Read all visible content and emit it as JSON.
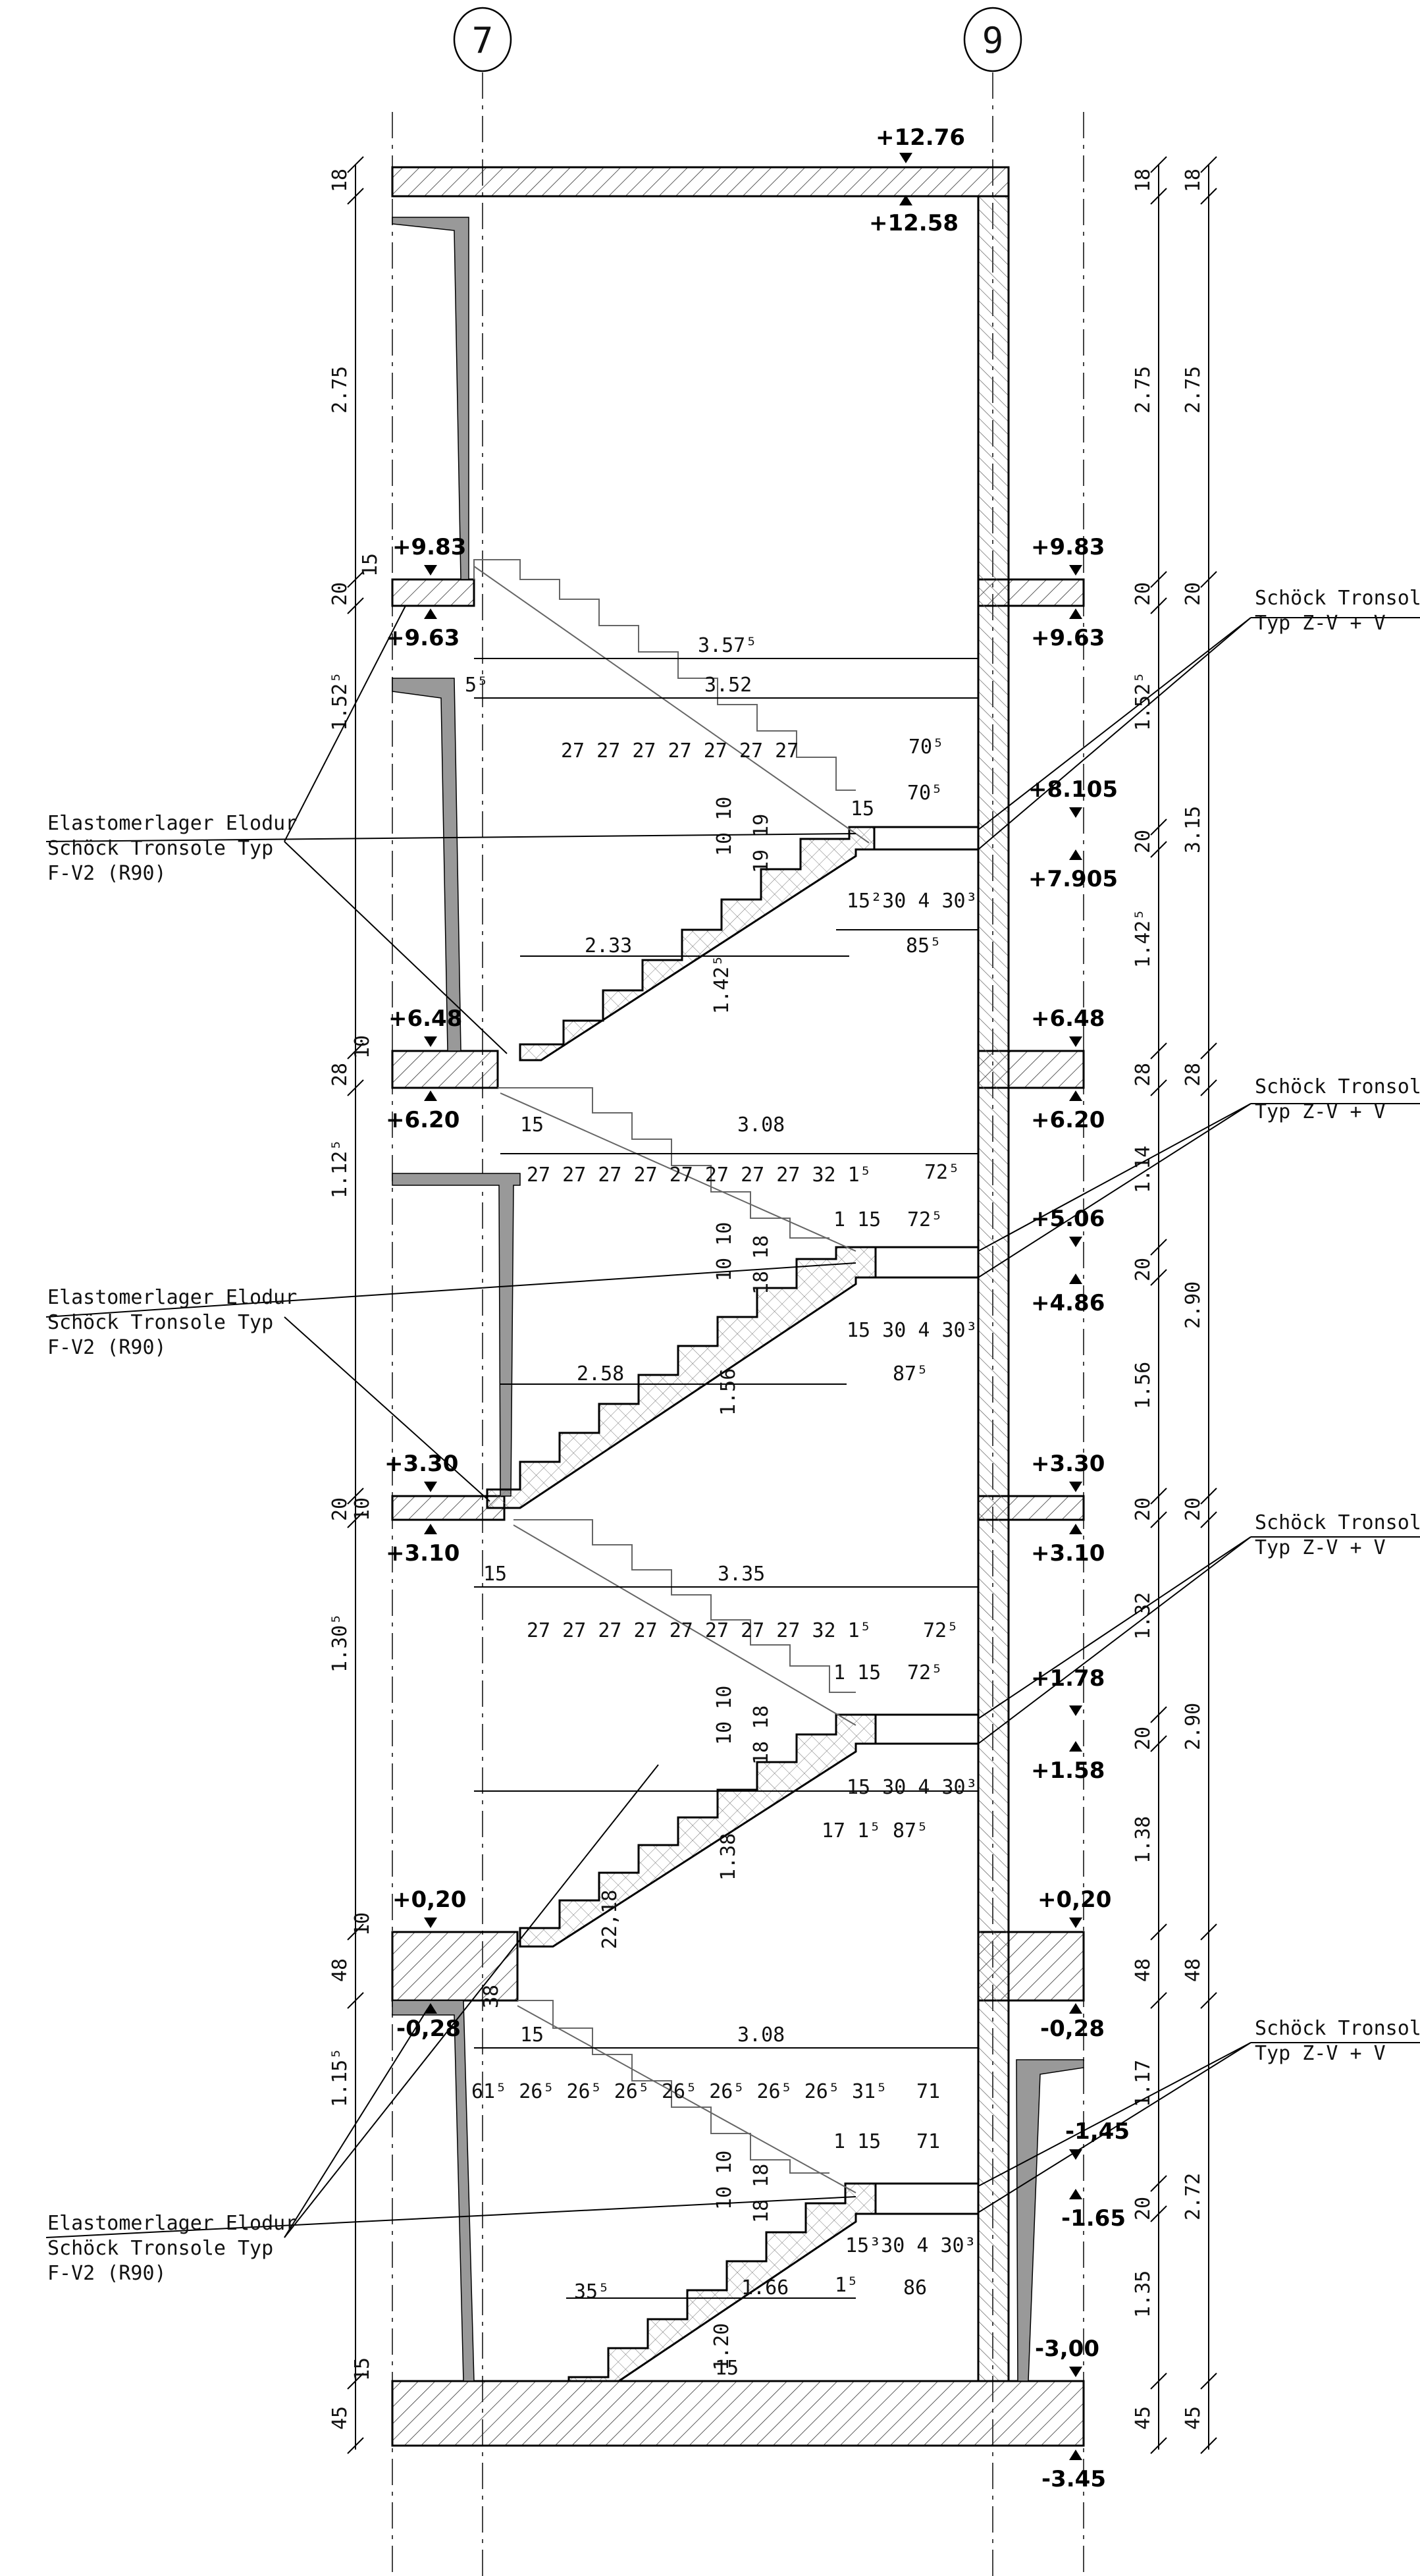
{
  "axes": [
    "7",
    "9"
  ],
  "levels_left": [
    "+9.83",
    "+9.63",
    "+6.48",
    "+6.20",
    "+3.30",
    "+3.10",
    "+0,20",
    "-0,28"
  ],
  "levels_right": [
    "+12.76",
    "+12.58",
    "+9.83",
    "+9.63",
    "+8.105",
    "+7.905",
    "+6.48",
    "+6.20",
    "+5.06",
    "+4.86",
    "+3.30",
    "+3.10",
    "+1.78",
    "+1.58",
    "+0,20",
    "-0,28",
    "-1,45",
    "-1.65",
    "-3,00",
    "-3.45"
  ],
  "left_heights": [
    "18",
    "2.75",
    "20",
    "15",
    "1.52⁵",
    "28",
    "10",
    "1.12⁵",
    "20",
    "10",
    "1.30⁵",
    "48",
    "10",
    "1.15⁵",
    "45",
    "15"
  ],
  "right_heights": [
    "18",
    "2.75",
    "20",
    "1.52⁵",
    "20",
    "1.42⁵",
    "28",
    "1.14",
    "20",
    "1.56",
    "20",
    "1.32",
    "20",
    "1.38",
    "48",
    "1.17",
    "20",
    "1.35",
    "45"
  ],
  "right_totals": [
    "18",
    "2.75",
    "20",
    "3.15",
    "28",
    "2.90",
    "20",
    "2.90",
    "48",
    "2.72",
    "45"
  ],
  "flights": [
    {
      "run": "3.57⁵",
      "run2": "3.52",
      "start": "5⁵",
      "treads": "27 27 27 27 27 27 27",
      "landing": "70⁵",
      "landing2": "70⁵",
      "offset": "15",
      "rise": "1.42⁵",
      "span": "2.33",
      "bottom": "15²30 4 30³",
      "bottom2": "85⁵",
      "steps_v": "10 10",
      "steps_v2": "19 19"
    },
    {
      "run": "3.08",
      "start": "15",
      "treads": "27 27 27 27 27 27 27 27 32 1⁵",
      "landing": "72⁵",
      "landing2": "72⁵",
      "offset": "1 15",
      "rise": "1.56",
      "span": "2.58",
      "bottom": "15 30 4 30³",
      "bottom2": "87⁵",
      "steps_v": "10 10",
      "steps_v2": "18 18"
    },
    {
      "run": "3.35",
      "start": "15",
      "treads": "27 27 27 27 27 27 27 27 32 1⁵",
      "landing": "72⁵",
      "landing2": "72⁵",
      "offset": "1 15",
      "rise": "1.38",
      "span": "",
      "bottom": "15 30 4 30³",
      "bottom2": "87⁵",
      "steps_v": "10 10",
      "steps_v2": "18 18"
    },
    {
      "run": "3.08",
      "start": "15",
      "treads": "61⁵ 26⁵ 26⁵ 26⁵ 26⁵ 26⁵ 26⁵ 26⁵ 31⁵",
      "landing": "71",
      "landing2": "71",
      "offset": "1 15",
      "rise": "1.20",
      "span": "1.66",
      "bottom": "15³30 4 30³",
      "bottom2": "86",
      "steps_v": "10 10",
      "steps_v2": "18 18"
    }
  ],
  "notes_left": [
    "Elastomerlager Elodur\nSchöck Tronsole Typ\nF-V2 (R90)",
    "Elastomerlager Elodur\nSchöck Tronsole Typ\nF-V2 (R90)",
    "Elastomerlager Elodur\nSchöck Tronsole Typ\nF-V2 (R90)"
  ],
  "notes_right": [
    "Schöck Tronsol\nTyp Z-V + V",
    "Schöck Tronsole\nTyp Z-V + V",
    "Schöck Tronsole\nTyp Z-V + V",
    "Schöck Tronsole\nTyp Z-V + V"
  ],
  "misc": [
    "35⁵",
    "22,18",
    "38",
    "17 1⁵",
    "1⁵",
    "15"
  ]
}
